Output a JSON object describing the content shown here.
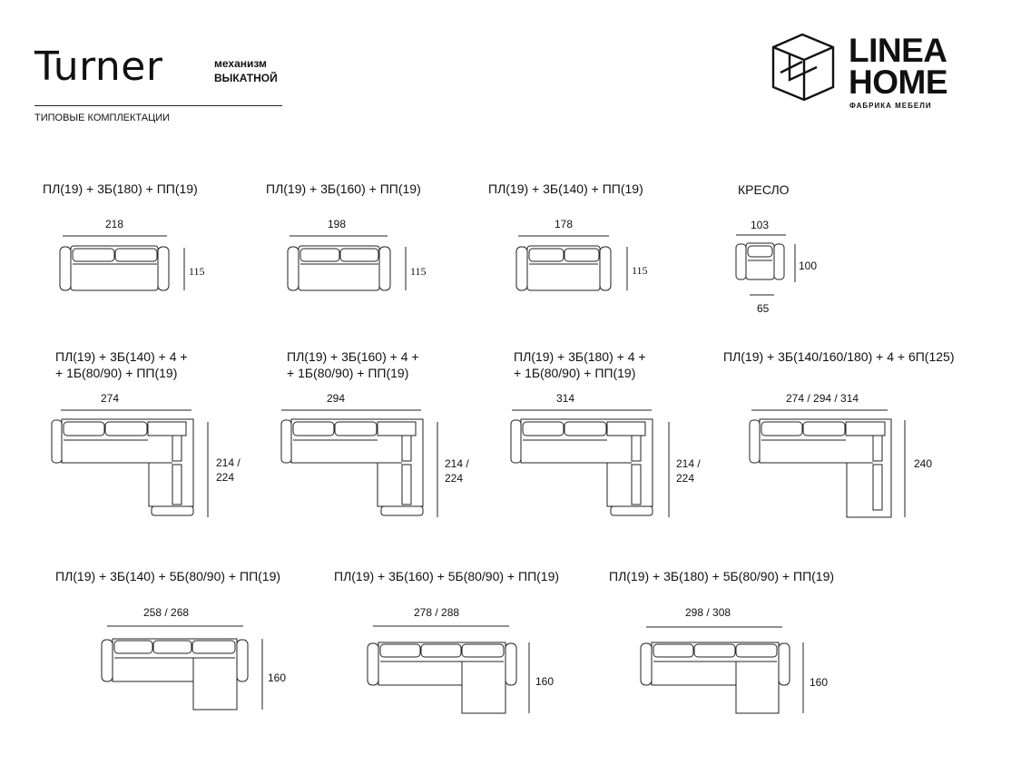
{
  "header": {
    "title": "Turner",
    "mechanism_label": "механизм",
    "mechanism_value": "ВЫКАТНОЙ",
    "subtitle": "ТИПОВЫЕ КОМПЛЕКТАЦИИ"
  },
  "logo": {
    "line1": "LINEA",
    "line2": "HOME",
    "tagline": "ФАБРИКА МЕБЕЛИ",
    "icon": "cube-outline-icon"
  },
  "row1": [
    {
      "label": "ПЛ(19) + 3Б(180) + ПП(19)",
      "width": "218",
      "depth": "115"
    },
    {
      "label": "ПЛ(19) + 3Б(160) + ПП(19)",
      "width": "198",
      "depth": "115"
    },
    {
      "label": "ПЛ(19) + 3Б(140) + ПП(19)",
      "width": "178",
      "depth": "115"
    },
    {
      "label": "КРЕСЛО",
      "width": "103",
      "depth": "100",
      "seat": "65"
    }
  ],
  "row2": [
    {
      "label1": "ПЛ(19) + 3Б(140) + 4 +",
      "label2": "+ 1Б(80/90) + ПП(19)",
      "width": "274",
      "depth1": "214 /",
      "depth2": "224"
    },
    {
      "label1": "ПЛ(19) + 3Б(160) + 4 +",
      "label2": "+ 1Б(80/90) + ПП(19)",
      "width": "294",
      "depth1": "214 /",
      "depth2": "224"
    },
    {
      "label1": "ПЛ(19) + 3Б(180) + 4 +",
      "label2": "+ 1Б(80/90) + ПП(19)",
      "width": "314",
      "depth1": "214 /",
      "depth2": "224"
    },
    {
      "label1": "ПЛ(19) + 3Б(140/160/180) + 4 + 6П(125)",
      "width": "274 / 294 / 314",
      "depth": "240"
    }
  ],
  "row3": [
    {
      "label": "ПЛ(19) + 3Б(140) + 5Б(80/90) + ПП(19)",
      "width": "258 / 268",
      "depth": "160"
    },
    {
      "label": "ПЛ(19) + 3Б(160) + 5Б(80/90) + ПП(19)",
      "width": "278 / 288",
      "depth": "160"
    },
    {
      "label": "ПЛ(19) + 3Б(180) + 5Б(80/90) + ПП(19)",
      "width": "298 / 308",
      "depth": "160"
    }
  ]
}
